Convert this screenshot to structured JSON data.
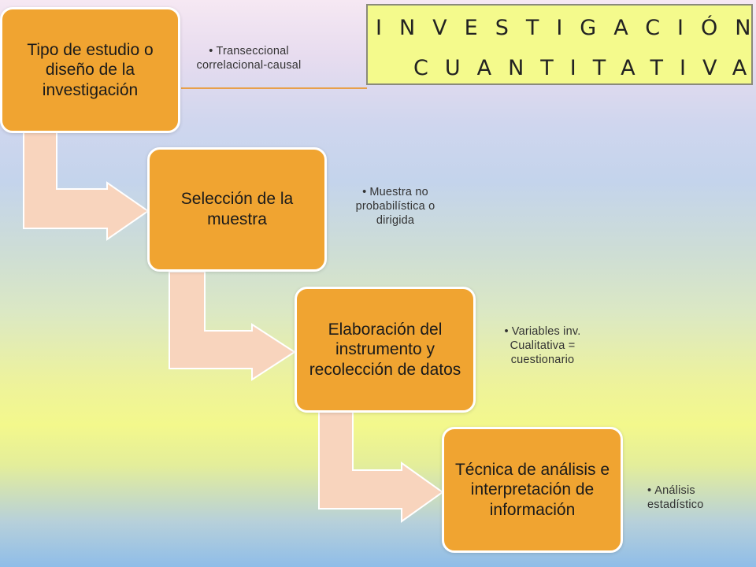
{
  "title": {
    "line1": "INVESTIGACIÓN",
    "line2": "CUANTITATIVA"
  },
  "steps": [
    {
      "label": "Tipo de estudio o diseño de la investigación",
      "note": "Transeccional correlacional-causal"
    },
    {
      "label": "Selección de la muestra",
      "note": "Muestra no probabilística o dirigida"
    },
    {
      "label": "Elaboración del instrumento y recolección de datos",
      "note": "Variables inv. Cualitativa = cuestionario"
    },
    {
      "label": "Técnica de análisis  e interpretación de  información",
      "note": "Análisis estadístico"
    }
  ],
  "colors": {
    "box_fill": "#f0a431",
    "box_border": "#ffffff",
    "arrow_fill": "#f8d4bd",
    "arrow_stroke": "#ffffff",
    "title_fill": "#f4fa8c"
  },
  "bullet_glyph": "•"
}
